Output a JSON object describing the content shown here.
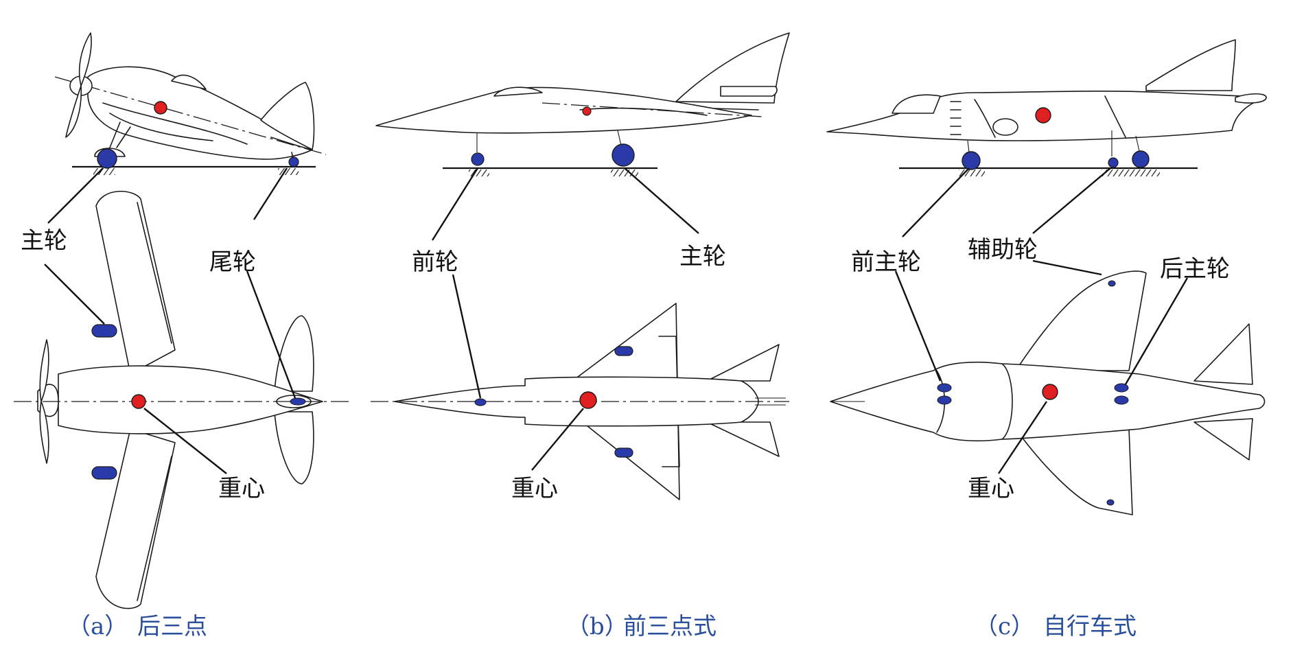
{
  "colors": {
    "wheel": "#2a3aa8",
    "cg": "#e02020",
    "caption": "#2a4f9c",
    "line": "#1a1a1a"
  },
  "panel_a": {
    "caption_tag": "（a）",
    "caption": "后三点",
    "label_main_wheel": "主轮",
    "label_tail_wheel": "尾轮",
    "label_cg": "重心"
  },
  "panel_b": {
    "caption_tag": "（b）",
    "caption": "前三点式",
    "label_nose_wheel": "前轮",
    "label_main_wheel": "主轮",
    "label_cg": "重心"
  },
  "panel_c": {
    "caption_tag": "（c）",
    "caption": "自行车式",
    "label_front_main": "前主轮",
    "label_aux_wheel": "辅助轮",
    "label_rear_main": "后主轮",
    "label_cg": "重心"
  }
}
